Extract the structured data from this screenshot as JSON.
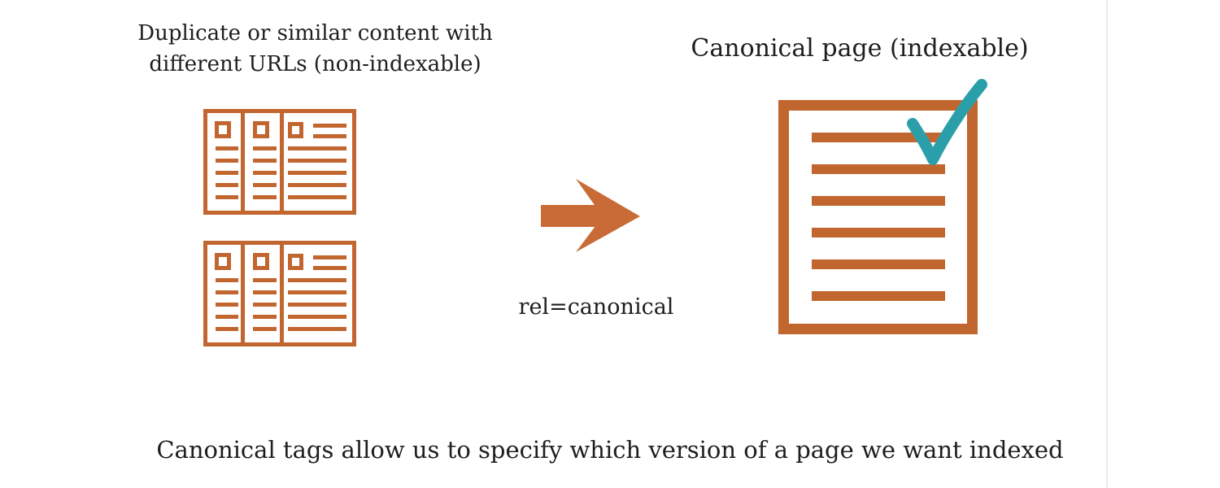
{
  "left_panel": {
    "title": "Duplicate or similar content with\ndifferent URLs (non-indexable)"
  },
  "flow": {
    "label": "rel=canonical"
  },
  "right_panel": {
    "title": "Canonical page (indexable)"
  },
  "caption": "Canonical tags allow us to specify which version of a page we want indexed",
  "colors": {
    "icon_orange": "#C2662F",
    "arrow_orange": "#C96B37",
    "check_teal": "#2B9FA9",
    "text": "#1e1e1e",
    "edge_line": "#EBEBEB"
  },
  "icons": {
    "duplicate_doc": "newspaper-document-icon",
    "arrow": "right-arrow-icon",
    "canonical_doc": "document-with-checkmark-icon"
  }
}
